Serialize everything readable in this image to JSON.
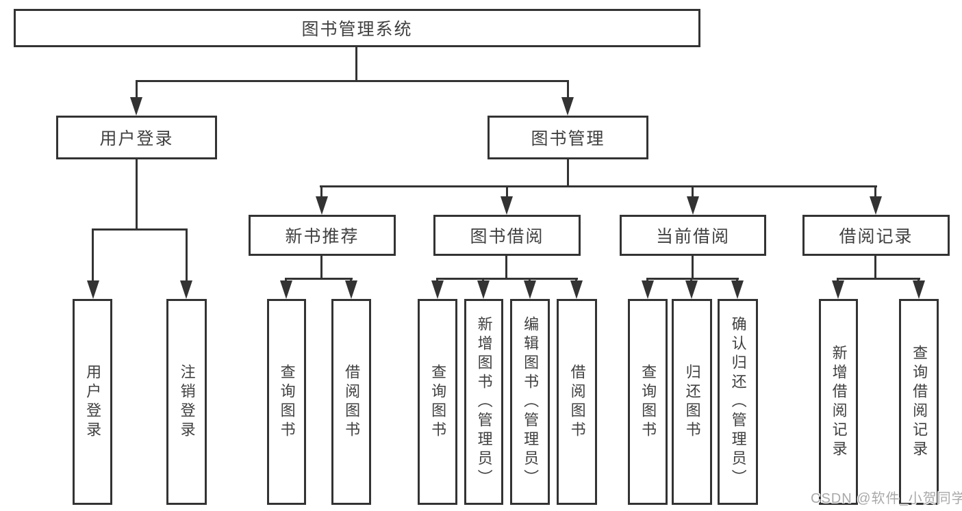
{
  "colors": {
    "line": "#333333",
    "text": "#404040",
    "watermark": "#a9a9a9",
    "background": "#ffffff"
  },
  "watermark": "CSDN @软件_小贺同学",
  "tree": {
    "root": {
      "label": "图书管理系统"
    },
    "children": [
      {
        "label": "用户登录",
        "children": [
          {
            "label": "用户登录"
          },
          {
            "label": "注销登录"
          }
        ]
      },
      {
        "label": "图书管理",
        "children": [
          {
            "label": "新书推荐",
            "children": [
              {
                "label": "查询图书"
              },
              {
                "label": "借阅图书"
              }
            ]
          },
          {
            "label": "图书借阅",
            "children": [
              {
                "label": "查询图书"
              },
              {
                "label": "新增图书（管理员）"
              },
              {
                "label": "编辑图书（管理员）"
              },
              {
                "label": "借阅图书"
              }
            ]
          },
          {
            "label": "当前借阅",
            "children": [
              {
                "label": "查询图书"
              },
              {
                "label": "归还图书"
              },
              {
                "label": "确认归还（管理员）"
              }
            ]
          },
          {
            "label": "借阅记录",
            "children": [
              {
                "label": "新增借阅记录"
              },
              {
                "label": "查询借阅记录"
              }
            ]
          }
        ]
      }
    ]
  }
}
